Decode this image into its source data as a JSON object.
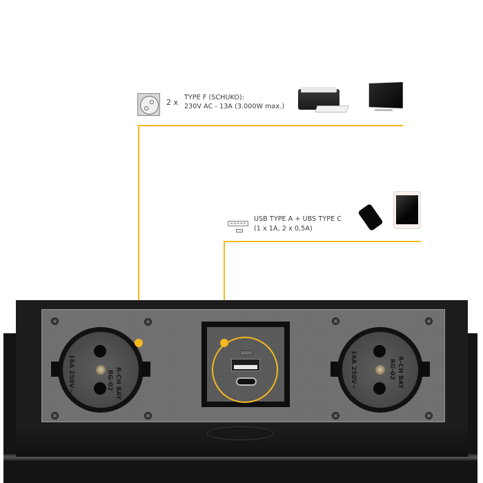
{
  "callouts": {
    "schuko": {
      "icon": "schuko-socket-icon",
      "quantity": "2 x",
      "line1": "TYPE F (SCHUKO):",
      "line2": "230V AC - 13A (3.000W max.)",
      "devices": [
        "printer-icon",
        "tv-icon"
      ]
    },
    "usb": {
      "icon": "usb-port-icon",
      "line1": "USB TYPE A + UBS TYPE C",
      "line2": "(1 x 1A, 2 x 0,5A)",
      "devices": [
        "smartphone-icon",
        "tablet-icon"
      ]
    }
  },
  "hardware": {
    "left_socket": {
      "mark_brand": "R-CH BAY",
      "mark_model": "RG-02",
      "mark_rating": "16A 250V~"
    },
    "right_socket": {
      "mark_brand": "R-CH BAY",
      "mark_model": "RG-02",
      "mark_rating": "16A 250V~"
    }
  },
  "colors": {
    "accent": "#f6b81f",
    "text": "#3a3a3a",
    "hardware_dark": "#141414",
    "faceplate": "#6d6d6d"
  }
}
